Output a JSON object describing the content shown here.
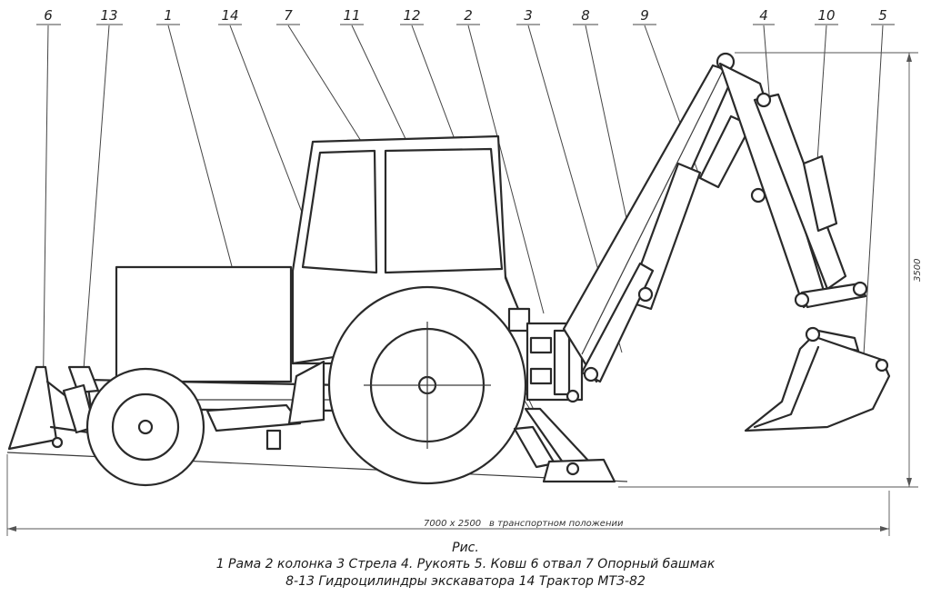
{
  "callouts": [
    "6",
    "13",
    "1",
    "14",
    "7",
    "11",
    "12",
    "2",
    "3",
    "8",
    "9",
    "4",
    "10",
    "5"
  ],
  "dimensions": {
    "overall": "7000 х 2500",
    "transport_note": "в транспортном положении",
    "height": "3500"
  },
  "caption": {
    "title": "Рис.",
    "line1": "1 Рама 2 колонка 3 Стрела 4. Рукоять 5. Ковш 6 отвал 7 Опорный башмак",
    "line2": "8-13 Гидроцилиндры экскаватора 14 Трактор МТЗ-82"
  }
}
